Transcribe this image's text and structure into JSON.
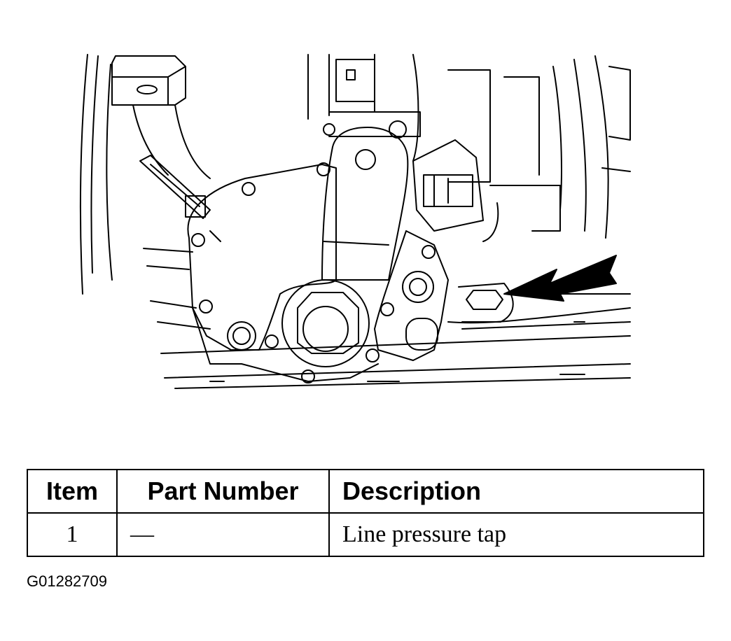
{
  "figure": {
    "id": "G01282709",
    "callout_arrow_color": "#000000"
  },
  "legend": {
    "headers": {
      "item": "Item",
      "part_number": "Part Number",
      "description": "Description"
    },
    "rows": [
      {
        "item": "1",
        "part_number": "—",
        "description": "Line pressure tap"
      }
    ]
  }
}
